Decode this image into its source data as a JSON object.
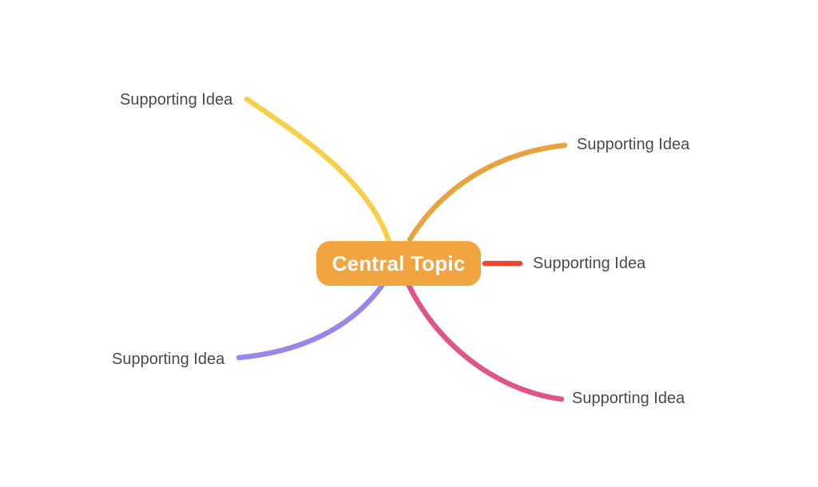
{
  "canvas": {
    "background": "#ffffff"
  },
  "central_node": {
    "label": "Central Topic",
    "fill": "#F0A541",
    "text_color": "#FFFFFF"
  },
  "styles": {
    "label_color": "#4A4A4A"
  },
  "branches": [
    {
      "id": "top-left",
      "label": "Supporting Idea",
      "color": "#F7CF49"
    },
    {
      "id": "top-right",
      "label": "Supporting Idea",
      "color": "#E9A23E"
    },
    {
      "id": "middle-right",
      "label": "Supporting Idea",
      "color": "#E8482D"
    },
    {
      "id": "bottom-left",
      "label": "Supporting Idea",
      "color": "#9A86E8"
    },
    {
      "id": "bottom-right",
      "label": "Supporting Idea",
      "color": "#DE5687"
    }
  ]
}
